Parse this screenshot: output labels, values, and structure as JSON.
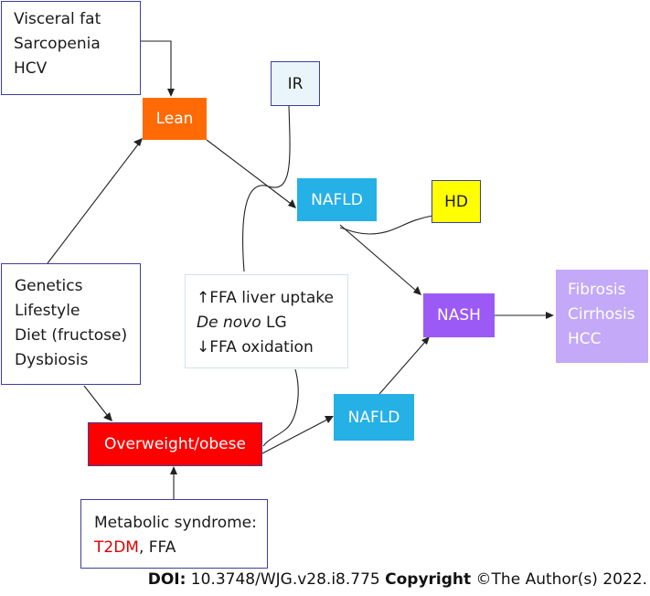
{
  "boxes": {
    "risk_lean": {
      "lines": [
        "Visceral fat",
        "Sarcopenia",
        "HCV"
      ]
    },
    "lean": {
      "label": "Lean"
    },
    "ir": {
      "label": "IR"
    },
    "nafld_top": {
      "label": "NAFLD"
    },
    "hd": {
      "label": "HD"
    },
    "genetics": {
      "lines": [
        "Genetics",
        "Lifestyle",
        "Diet (fructose)",
        "Dysbiosis"
      ]
    },
    "mechanisms": {
      "line1_arrow": "↑",
      "line1_text": "FFA liver uptake",
      "line2_italic": "De novo",
      "line2_text": " LG",
      "line3_arrow": "↓",
      "line3_text": "FFA oxidation"
    },
    "nash": {
      "label": "NASH"
    },
    "outcomes": {
      "lines": [
        "Fibrosis",
        "Cirrhosis",
        "HCC"
      ]
    },
    "nafld_bottom": {
      "label": "NAFLD"
    },
    "overweight": {
      "label": "Overweight/obese"
    },
    "metabolic": {
      "line1": "Metabolic syndrome:",
      "t2dm": "T2DM",
      "ffa": ", FFA"
    }
  },
  "colors": {
    "orange": "#ff6a06",
    "blue": "#25b0e6",
    "yellow": "#ffff00",
    "purple": "#9b59f5",
    "lavender": "#c3a9f7",
    "red": "#ff0000",
    "ir_fill": "#eaf5fb",
    "t2dm_red": "#e00000"
  },
  "footer": {
    "doi_label": "DOI:",
    "doi_value": " 10.3748/WJG.v28.i8.775 ",
    "copyright_label": "Copyright",
    "copyright_value": " ©The Author(s) 2022."
  }
}
